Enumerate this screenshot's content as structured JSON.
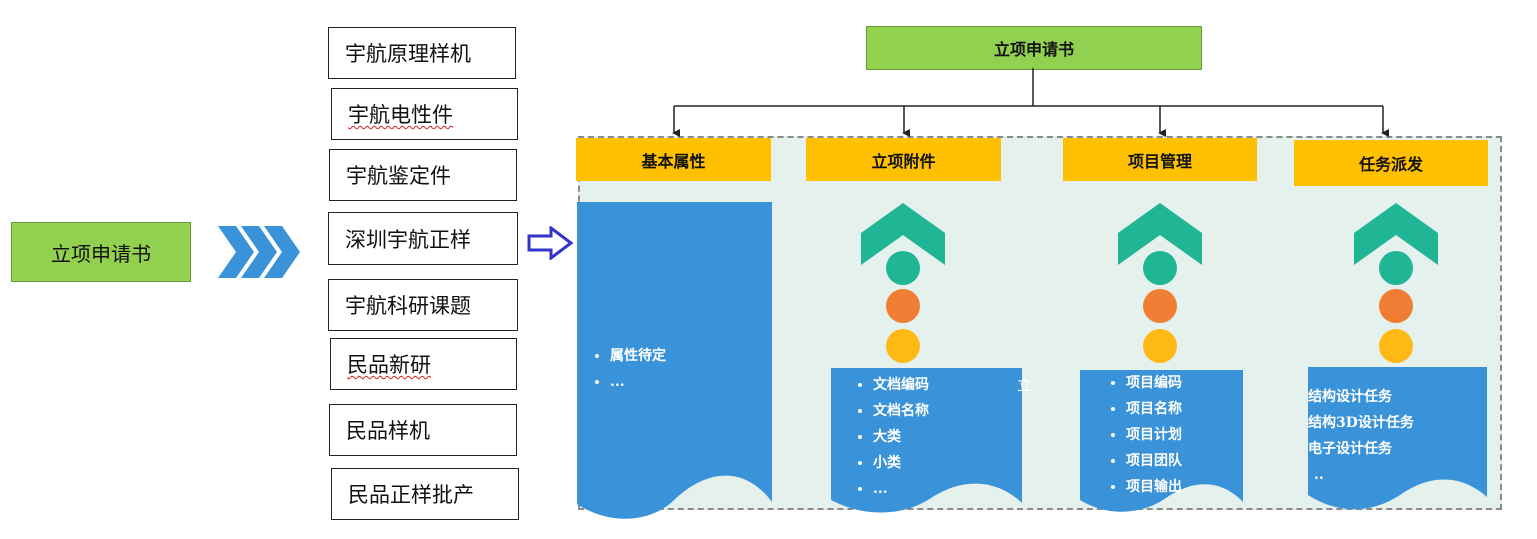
{
  "left_box": {
    "label": "立项申请书"
  },
  "project_types": [
    "宇航原理样机",
    "宇航电性件",
    "宇航鉴定件",
    "深圳宇航正样",
    "宇航科研课题",
    "民品新研",
    "民品样机",
    "民品正样批产"
  ],
  "top_box": {
    "label": "立项申请书"
  },
  "columns": [
    {
      "header": "基本属性",
      "items": [
        "属性待定",
        "..."
      ]
    },
    {
      "header": "立项附件",
      "items": [
        "文档编码",
        "文档名称",
        "大类",
        "小类",
        "..."
      ]
    },
    {
      "header": "项目管理",
      "items": [
        "项目编码",
        "项目名称",
        "项目计划",
        "项目团队",
        "项目输出"
      ]
    },
    {
      "header": "任务派发",
      "lines": [
        "结构设计任务",
        "结构3D设计任务",
        "电子设计任务",
        ".."
      ]
    }
  ],
  "stray_text": "立",
  "colors": {
    "green": "#92d050",
    "orange_header": "#ffc000",
    "blue": "#3a93d8",
    "teal": "#1fb595",
    "orange_circle": "#ef7d33",
    "yellow_circle": "#ffb914",
    "panel_bg": "#e5f1ec",
    "chevrons": "#3a93d8",
    "arrow_outline": "#3333cc"
  }
}
